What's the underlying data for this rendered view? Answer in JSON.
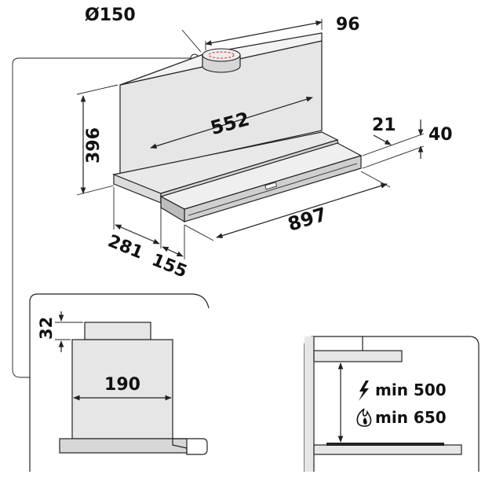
{
  "main_view": {
    "duct_diameter": "Ø150",
    "duct_offset": "96",
    "depth": "552",
    "height": "396",
    "panel_thickness": "21",
    "panel_height": "40",
    "total_width": "897",
    "canopy_depth": "281",
    "drawer_extension": "155"
  },
  "side_view": {
    "collar_height": "32",
    "body_width": "190"
  },
  "clearance_view": {
    "electric_label": "min 500",
    "gas_label": "min 650"
  },
  "colors": {
    "line": "#222222",
    "fill_light": "#e6e6e6",
    "fill_mid": "#d7d7d7",
    "duct_highlight": "#d94b4b"
  },
  "icons": {
    "electric": "lightning-bolt-icon",
    "gas": "flame-icon"
  }
}
